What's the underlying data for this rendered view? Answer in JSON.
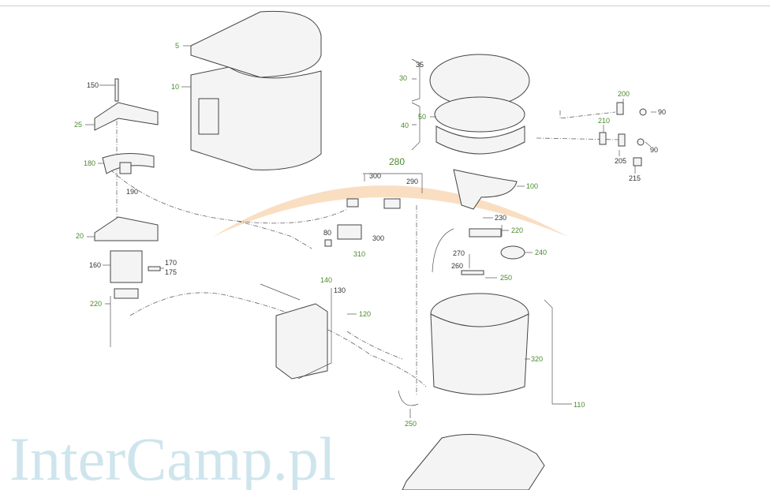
{
  "watermark": "InterCamp.pl",
  "colors": {
    "callout_green": "#4a8a2a",
    "callout_dark": "#333333",
    "watermark_blue": "#a9d0e0",
    "watermark_swoosh": "#f5c89a"
  },
  "callouts": [
    "5",
    "10",
    "150",
    "25",
    "180",
    "190",
    "20",
    "160",
    "170",
    "175",
    "220",
    "35",
    "30",
    "40",
    "50",
    "200",
    "90",
    "210",
    "205",
    "90",
    "215",
    "280",
    "300",
    "290",
    "100",
    "230",
    "220",
    "80",
    "300",
    "310",
    "240",
    "270",
    "260",
    "250",
    "140",
    "130",
    "120",
    "320",
    "110",
    "250"
  ]
}
